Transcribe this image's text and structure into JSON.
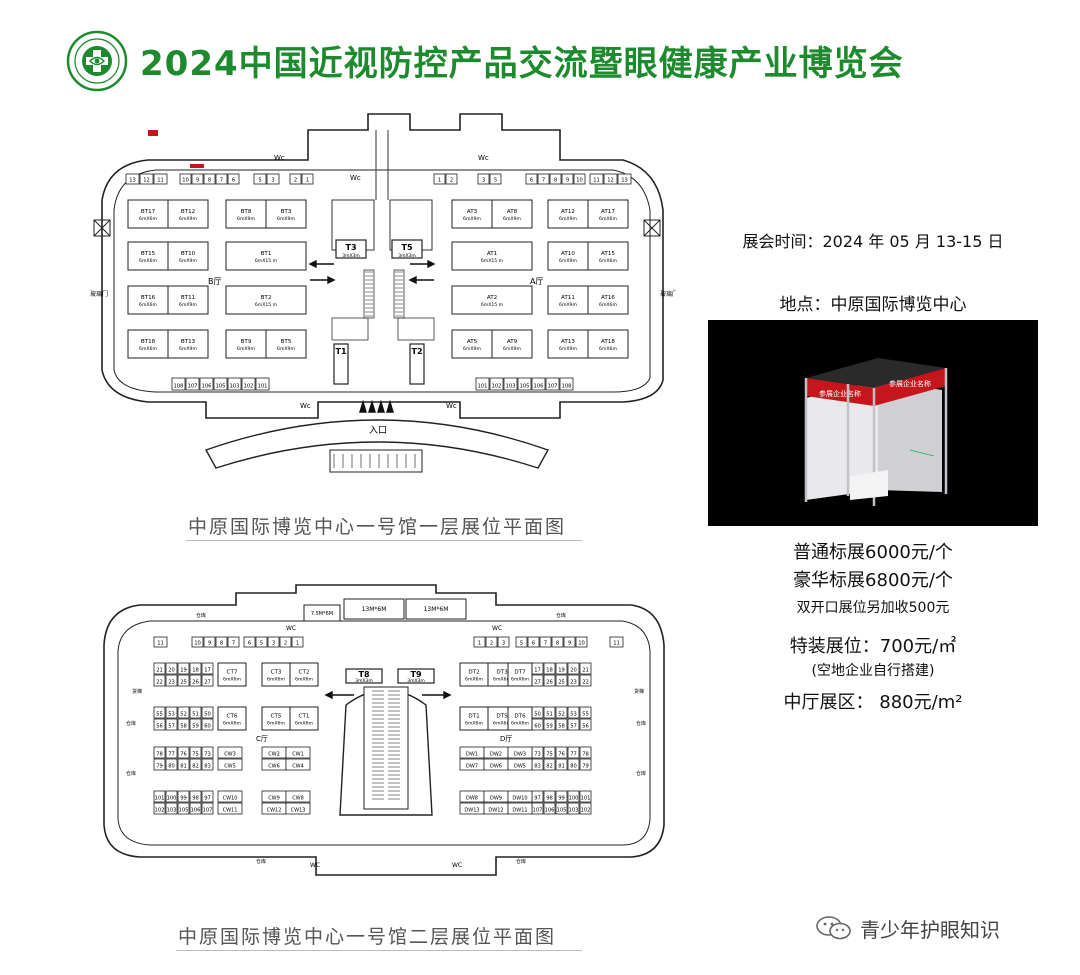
{
  "header": {
    "title": "2024中国近视防控产品交流暨眼健康产业博览会"
  },
  "floor1": {
    "caption": "中原国际博览中心一号馆一层展位平面图",
    "hall_b_label": "B厅",
    "hall_a_label": "A厅",
    "entrance_label": "入口",
    "glass_door_label": "玻璃门",
    "wc_label": "Wc",
    "t1": "T1",
    "t2": "T2",
    "t3": "T3",
    "t5": "T5",
    "t_size": "3mX3m",
    "left_top_nums": [
      "13",
      "12",
      "11",
      "10",
      "9",
      "8",
      "7",
      "6",
      "5",
      "3",
      "2",
      "1"
    ],
    "right_top_nums": [
      "1",
      "2",
      "3",
      "5",
      "6",
      "7",
      "8",
      "9",
      "10",
      "11",
      "12",
      "13"
    ],
    "left_bottom_nums": [
      "108",
      "107",
      "106",
      "105",
      "103",
      "102",
      "101"
    ],
    "right_bottom_nums": [
      "101",
      "102",
      "103",
      "105",
      "106",
      "107",
      "108"
    ],
    "left_booths": [
      {
        "name": "BT17",
        "size": "6mX6m"
      },
      {
        "name": "BT12",
        "size": "6mX9m"
      },
      {
        "name": "BT8",
        "size": "6mX9m"
      },
      {
        "name": "BT3",
        "size": "6mX9m"
      },
      {
        "name": "BT15",
        "size": "6mX6m"
      },
      {
        "name": "BT10",
        "size": "6mX9m"
      },
      {
        "name": "BT1",
        "size": "6mX15 m"
      },
      {
        "name": "BT16",
        "size": "6mX6m"
      },
      {
        "name": "BT11",
        "size": "6mX9m"
      },
      {
        "name": "BT2",
        "size": "6mX15 m"
      },
      {
        "name": "BT18",
        "size": "6mX6m"
      },
      {
        "name": "BT13",
        "size": "6mX9m"
      },
      {
        "name": "BT9",
        "size": "6mX9m"
      },
      {
        "name": "BT5",
        "size": "6mX9m"
      }
    ],
    "right_booths": [
      {
        "name": "AT3",
        "size": "6mX9m"
      },
      {
        "name": "AT8",
        "size": "6mX9m"
      },
      {
        "name": "AT12",
        "size": "6mX9m"
      },
      {
        "name": "AT17",
        "size": "6mX6m"
      },
      {
        "name": "AT1",
        "size": "6mX15 m"
      },
      {
        "name": "AT10",
        "size": "6mX9m"
      },
      {
        "name": "AT15",
        "size": "6mX6m"
      },
      {
        "name": "AT2",
        "size": "6mX15 m"
      },
      {
        "name": "AT11",
        "size": "6mX9m"
      },
      {
        "name": "AT16",
        "size": "6mX6m"
      },
      {
        "name": "AT5",
        "size": "6mX9m"
      },
      {
        "name": "AT9",
        "size": "6mX9m"
      },
      {
        "name": "AT13",
        "size": "6mX9m"
      },
      {
        "name": "AT18",
        "size": "6mX6m"
      }
    ]
  },
  "floor2": {
    "caption": "中原国际博览中心一号馆二层展位平面图",
    "hall_c_label": "C厅",
    "hall_d_label": "D厅",
    "storage_label": "仓库",
    "freight_label": "货梯",
    "wc_label": "WC",
    "center_booth_a": "7.5M*6M",
    "center_booth_b": "13M*6M",
    "center_booth_c": "13M*6M",
    "t8": "T8",
    "t9": "T9",
    "t_size": "3mX3m",
    "left_top_nums": [
      "11",
      "10",
      "9",
      "8",
      "7",
      "6",
      "5",
      "3",
      "2",
      "1"
    ],
    "right_top_nums": [
      "1",
      "2",
      "3",
      "5",
      "6",
      "7",
      "8",
      "9",
      "10",
      "11"
    ],
    "left_grid_a": [
      [
        "21",
        "20",
        "19",
        "18",
        "17"
      ],
      [
        "22",
        "23",
        "25",
        "26",
        "27"
      ]
    ],
    "left_grid_b": [
      [
        "55",
        "53",
        "52",
        "51",
        "50"
      ],
      [
        "56",
        "57",
        "58",
        "59",
        "60"
      ]
    ],
    "left_grid_c": [
      [
        "78",
        "77",
        "76",
        "75",
        "73"
      ],
      [
        "79",
        "80",
        "81",
        "82",
        "83"
      ]
    ],
    "left_grid_d": [
      [
        "101",
        "100",
        "99",
        "98",
        "97"
      ],
      [
        "102",
        "103",
        "105",
        "106",
        "107"
      ]
    ],
    "right_grid_a": [
      [
        "17",
        "18",
        "19",
        "20",
        "21"
      ],
      [
        "27",
        "26",
        "25",
        "23",
        "22"
      ]
    ],
    "right_grid_b": [
      [
        "50",
        "51",
        "52",
        "53",
        "55"
      ],
      [
        "60",
        "59",
        "58",
        "57",
        "56"
      ]
    ],
    "right_grid_c": [
      [
        "73",
        "75",
        "76",
        "77",
        "78"
      ],
      [
        "83",
        "82",
        "81",
        "80",
        "79"
      ]
    ],
    "right_grid_d": [
      [
        "97",
        "98",
        "99",
        "100",
        "101"
      ],
      [
        "107",
        "106",
        "105",
        "103",
        "102"
      ]
    ],
    "ct": [
      {
        "name": "CT7",
        "size": "6mX6m"
      },
      {
        "name": "CT3",
        "size": "6mX6m"
      },
      {
        "name": "CT2",
        "size": "6mX6m"
      },
      {
        "name": "CT6",
        "size": "6mX6m"
      },
      {
        "name": "CT5",
        "size": "6mX6m"
      },
      {
        "name": "CT1",
        "size": "6mX6m"
      }
    ],
    "dt": [
      {
        "name": "DT2",
        "size": "6mX6m"
      },
      {
        "name": "DT3",
        "size": "6mX6m"
      },
      {
        "name": "DT7",
        "size": "6mX6m"
      },
      {
        "name": "DT1",
        "size": "6mX6m"
      },
      {
        "name": "DT5",
        "size": "6mX6m"
      },
      {
        "name": "DT6",
        "size": "6mX6m"
      }
    ],
    "cw": [
      "CW3",
      "CW5",
      "CW2",
      "CW1",
      "CW6",
      "CW4",
      "CW10",
      "CW11",
      "CW9",
      "CW8",
      "CW12",
      "CW13"
    ],
    "dw": [
      "DW1",
      "DW2",
      "DW7",
      "DW6",
      "DW3",
      "DW5",
      "DW8",
      "DW9",
      "DW13",
      "DW12",
      "DW10",
      "DW11"
    ]
  },
  "info": {
    "date": "展会时间：2024 年 05 月 13-15 日",
    "venue": "地点：中原国际博览中心",
    "booth_sign_left": "参展企业名称",
    "booth_sign_right": "参展企业名称",
    "price_standard": "普通标展6000元/个",
    "price_luxury": "豪华标展6800元/个",
    "price_double": "双开口展位另加收500元",
    "price_special": "特装展位：700元/㎡",
    "price_special_note": "(空地企业自行搭建)",
    "price_hall": "中厅展区： 880元/m²"
  },
  "watermark": {
    "text": "青少年护眼知识"
  },
  "colors": {
    "title_green": "#1d8a2e",
    "booth_red": "#c4161c"
  }
}
